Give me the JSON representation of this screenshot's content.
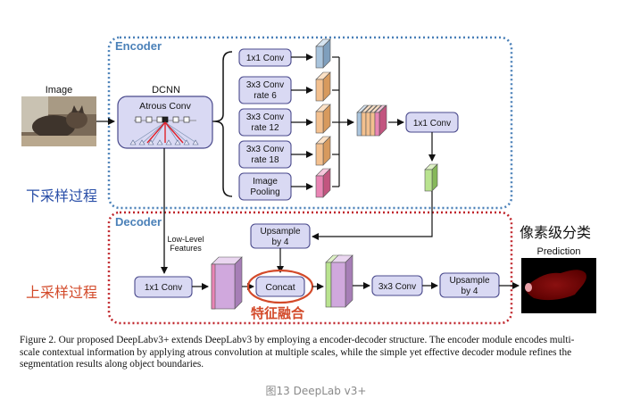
{
  "image_label": "Image",
  "encoder": {
    "title": "Encoder",
    "dcnn_label": "DCNN",
    "atrous_label": "Atrous Conv",
    "branches": [
      {
        "line1": "1x1 Conv",
        "line2": ""
      },
      {
        "line1": "3x3 Conv",
        "line2": "rate 6"
      },
      {
        "line1": "3x3 Conv",
        "line2": "rate 12"
      },
      {
        "line1": "3x3 Conv",
        "line2": "rate 18"
      },
      {
        "line1": "Image",
        "line2": "Pooling"
      }
    ],
    "merge_conv_label": "1x1 Conv"
  },
  "decoder": {
    "title": "Decoder",
    "low_level_line1": "Low-Level",
    "low_level_line2": "Features",
    "conv_label": "1x1 Conv",
    "upsample_top_line1": "Upsample",
    "upsample_top_line2": "by 4",
    "concat_label": "Concat",
    "conv3_label": "3x3 Conv",
    "upsample_out_line1": "Upsample",
    "upsample_out_line2": "by 4",
    "prediction_label": "Prediction"
  },
  "annotations": {
    "downsample": "下采样过程",
    "upsample": "上采样过程",
    "feature_fusion": "特征融合",
    "pixel_classify": "像素级分类"
  },
  "caption": {
    "line1": "Figure 2. Our proposed DeepLabv3+ extends DeepLabv3 by employing a encoder-decoder structure. The encoder module encodes multi-",
    "line2": "scale contextual information by applying atrous convolution at multiple scales, while the simple yet effective decoder module refines the",
    "line3": "segmentation results along object boundaries."
  },
  "footer": "图13 DeepLab v3+",
  "colors": {
    "encoder_border": "#4a80b8",
    "decoder_border": "#c0272d",
    "box_fill": "#d9d9f3",
    "box_stroke": "#4a4a8c",
    "blue_text": "#2a4fa8",
    "red_text": "#d34a2a",
    "pink": "#e985b4",
    "orange": "#f3c08f",
    "steel": "#a9c4dc",
    "green": "#b9e38f",
    "lavender": "#d0a8dd"
  }
}
